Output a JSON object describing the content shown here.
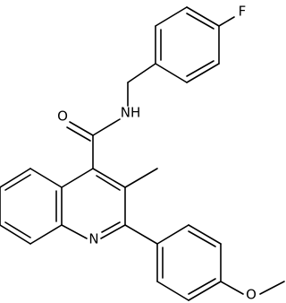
{
  "atom_labels": {
    "fluorine": "F",
    "amide_nitrogen": "NH",
    "carbonyl_oxygen": "O",
    "quinoline_nitrogen": "N",
    "methoxy_oxygen": "O"
  }
}
